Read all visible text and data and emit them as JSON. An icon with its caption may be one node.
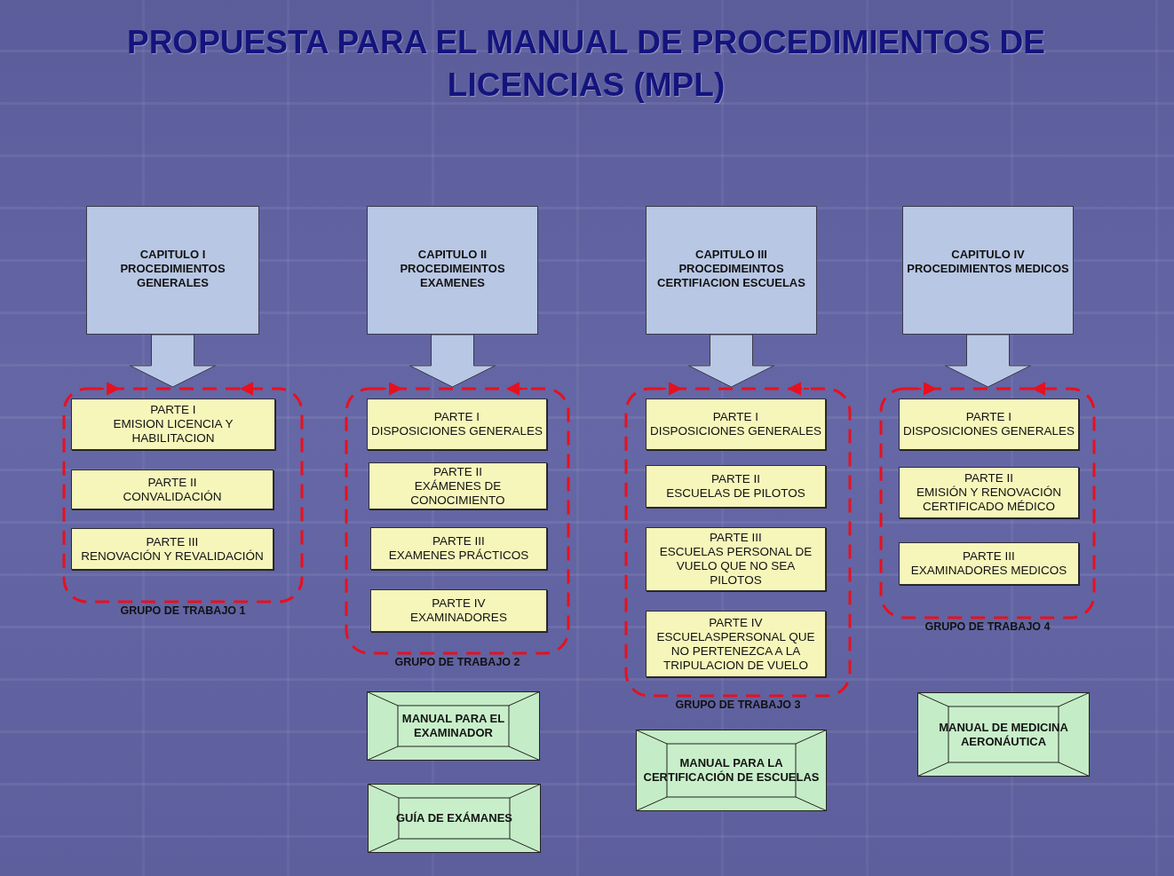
{
  "diagram": {
    "title": "PROPUESTA PARA EL MANUAL DE PROCEDIMIENTOS DE LICENCIAS (MPL)",
    "nodes": [
      {
        "text": [
          "CAPITULO I",
          "PROCEDIMIENTOS GENERALES"
        ]
      },
      {
        "text": [
          "GRUPO DE TRABAJO 1"
        ]
      },
      {
        "text": [
          "PARTE I",
          "EMISION LICENCIA Y HABILITACION"
        ],
        "in": 1
      },
      {
        "text": [
          "PARTE II",
          "CONVALIDACIÓN"
        ],
        "in": 1
      },
      {
        "text": [
          "PARTE III",
          "RENOVACIÓN Y REVALIDACIÓN"
        ],
        "in": 1
      },
      {
        "text": [
          "CAPITULO II",
          "PROCEDIMEINTOS EXAMENES"
        ]
      },
      {
        "text": [
          "GRUPO DE TRABAJO 2"
        ]
      },
      {
        "text": [
          "PARTE I",
          "DISPOSICIONES GENERALES"
        ],
        "in": 6
      },
      {
        "text": [
          "PARTE II",
          "EXÁMENES DE CONOCIMIENTO"
        ],
        "in": 6
      },
      {
        "text": [
          "PARTE III",
          "EXAMENES PRÁCTICOS"
        ],
        "in": 6
      },
      {
        "text": [
          "PARTE IV",
          "EXAMINADORES"
        ],
        "in": 6
      },
      {
        "text": [
          "MANUAL PARA EL EXAMINADOR"
        ]
      },
      {
        "text": [
          "GUÍA DE EXÁMANES"
        ]
      },
      {
        "text": [
          "CAPITULO III",
          "PROCEDIMEINTOS CERTIFIACION ESCUELAS"
        ]
      },
      {
        "text": [
          "GRUPO DE TRABAJO 3"
        ]
      },
      {
        "text": [
          "PARTE I",
          "DISPOSICIONES GENERALES"
        ],
        "in": 14
      },
      {
        "text": [
          "PARTE II",
          "ESCUELAS DE PILOTOS"
        ],
        "in": 14
      },
      {
        "text": [
          "PARTE III",
          "ESCUELAS PERSONAL DE VUELO QUE NO SEA PILOTOS"
        ],
        "in": 14
      },
      {
        "text": [
          "PARTE IV",
          "ESCUELASPERSONAL QUE NO PERTENEZCA A LA TRIPULACION DE VUELO"
        ],
        "in": 14
      },
      {
        "text": [
          "MANUAL PARA LA CERTIFICACIÓN DE ESCUELAS"
        ]
      },
      {
        "text": [
          "CAPITULO IV",
          "PROCEDIMIENTOS MEDICOS"
        ]
      },
      {
        "text": [
          "GRUPO DE TRABAJO 4"
        ]
      },
      {
        "text": [
          "PARTE I",
          "DISPOSICIONES GENERALES"
        ],
        "in": 21
      },
      {
        "text": [
          "PARTE II",
          "EMISIÓN Y RENOVACIÓN CERTIFICADO MÉDICO"
        ],
        "in": 21
      },
      {
        "text": [
          "PARTE III",
          "EXAMINADORES MEDICOS"
        ],
        "in": 21
      },
      {
        "text": [
          "MANUAL DE MEDICINA AERONÁUTICA"
        ]
      }
    ],
    "edges": [
      {
        "from": 0,
        "to": 1,
        "arrow": "to",
        "style": "thick"
      },
      {
        "from": 5,
        "to": 6,
        "arrow": "to",
        "style": "thick"
      },
      {
        "from": 13,
        "to": 14,
        "arrow": "to",
        "style": "thick"
      },
      {
        "from": 20,
        "to": 21,
        "arrow": "to",
        "style": "thick"
      }
    ]
  }
}
